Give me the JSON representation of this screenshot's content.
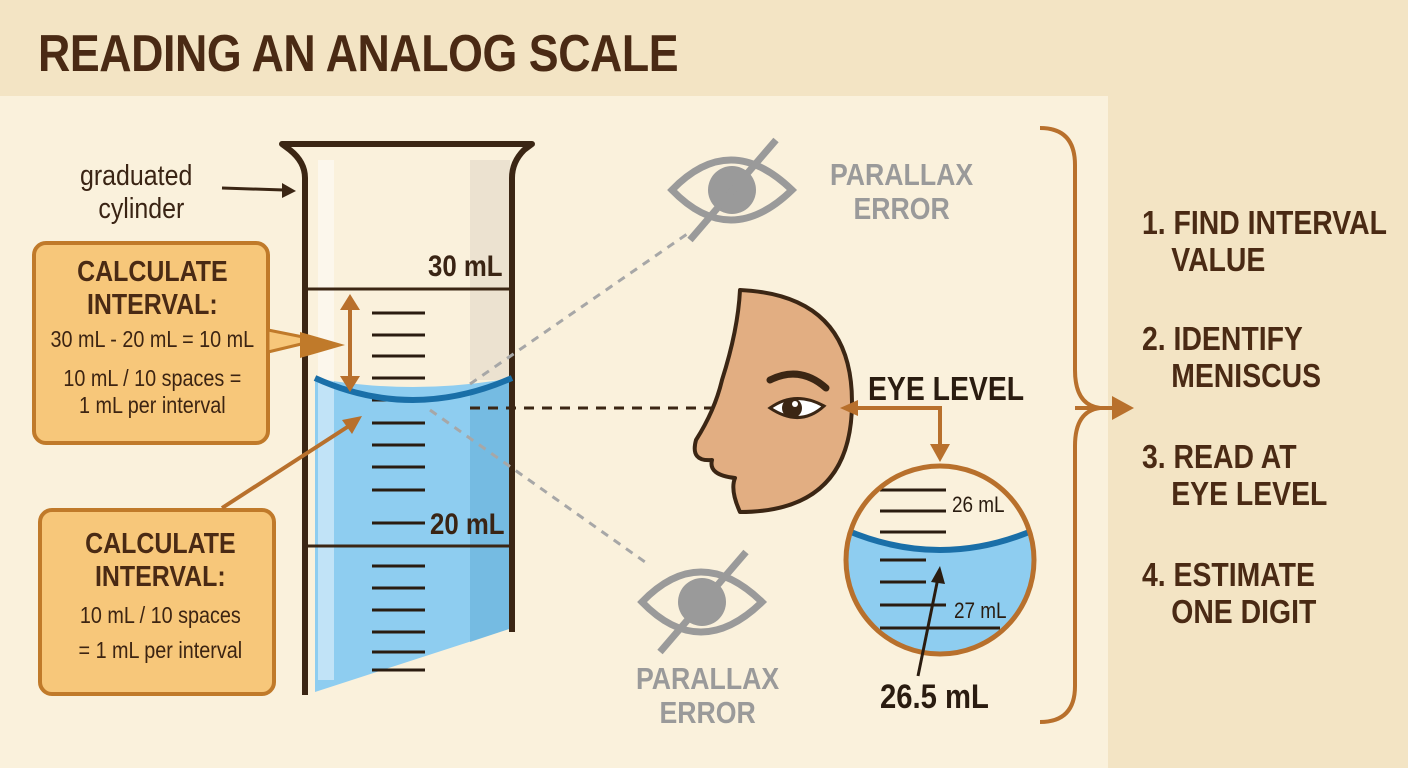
{
  "title": "READING AN ANALOG SCALE",
  "cylinder": {
    "label_line1": "graduated",
    "label_line2": "cylinder",
    "mark_top": "30 mL",
    "mark_bottom": "20 mL"
  },
  "box1": {
    "title_line1": "CALCULATE",
    "title_line2": "INTERVAL:",
    "line1": "30 mL - 20 mL = 10 mL",
    "line2": "10 mL / 10 spaces =",
    "line3": "1 mL per interval"
  },
  "box2": {
    "title_line1": "CALCULATE",
    "title_line2": "INTERVAL:",
    "line1": "10 mL / 10 spaces",
    "line2": "= 1 mL per interval"
  },
  "parallax_top": {
    "line1": "PARALLAX",
    "line2": "ERROR"
  },
  "parallax_bottom": {
    "line1": "PARALLAX",
    "line2": "ERROR"
  },
  "eye_level": "EYE LEVEL",
  "zoom": {
    "upper": "26 mL",
    "lower": "27 mL",
    "reading": "26.5 mL"
  },
  "steps": [
    {
      "line1": "1. FIND INTERVAL",
      "line2": "VALUE"
    },
    {
      "line1": "2. IDENTIFY",
      "line2": "MENISCUS"
    },
    {
      "line1": "3. READ AT",
      "line2": "EYE LEVEL"
    },
    {
      "line1": "4. ESTIMATE",
      "line2": "ONE DIGIT"
    }
  ],
  "colors": {
    "background": "#f3e4c4",
    "panel": "#faf1dc",
    "brown": "#4a2a14",
    "arrow": "#b8702c",
    "box_fill": "#f7c77a",
    "water": "#8ecdf0",
    "meniscus": "#1a6fa8",
    "skin": "#e2ae82",
    "grey": "#9a9a9a"
  },
  "icons": [
    "eye-crossed-icon",
    "eye-crossed-icon",
    "face-profile-icon",
    "magnifier-circle-icon",
    "brace-icon"
  ]
}
